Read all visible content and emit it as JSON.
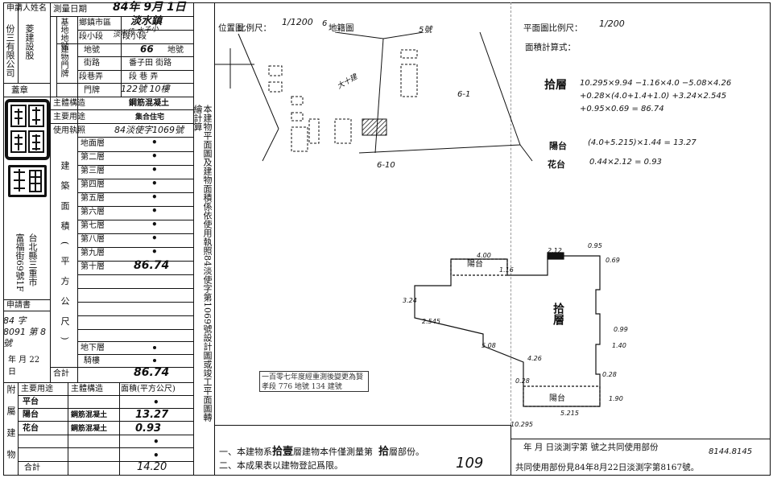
{
  "form": {
    "applicant_label": "申請人姓名",
    "applicant_name_col1": "份三有限公司",
    "applicant_name_col2": "菱建設股",
    "seal_label": "蓋章",
    "survey_date_label": "測量日期",
    "survey_date_value": "84年 9月 1日",
    "lot_label": "基地地號",
    "district_label": "鄉鎮市區",
    "district_value": "淡水鎮",
    "section_label": "段小段",
    "section_value": "段小段",
    "section_hand": "淡水段 水子小",
    "land_no_label": "地號",
    "land_no_value": "66",
    "land_no_suffix": "地號",
    "building_label": "建物門牌",
    "street_label": "街路",
    "street_value": "番子田 街路",
    "lane_label": "段巷弄",
    "lane_value": "段 巷 弄",
    "door_label": "門牌",
    "door_value": "122號 10樓",
    "structure_label": "主體構造",
    "structure_value": "鋼筋混凝土",
    "usage_label": "主要用途",
    "usage_value": "集合住宅",
    "license_label": "使用執照",
    "license_value": "84淡使字1069號",
    "area_label": "建築面積(平方公尺)",
    "floors": [
      {
        "name": "地面層",
        "value": "•"
      },
      {
        "name": "第二層",
        "value": "•"
      },
      {
        "name": "第三層",
        "value": "•"
      },
      {
        "name": "第四層",
        "value": "•"
      },
      {
        "name": "第五層",
        "value": "•"
      },
      {
        "name": "第六層",
        "value": "•"
      },
      {
        "name": "第七層",
        "value": "•"
      },
      {
        "name": "第八層",
        "value": "•"
      },
      {
        "name": "第九層",
        "value": "•"
      },
      {
        "name": "第十層",
        "value": "86.74"
      }
    ],
    "basement_label": "地下層",
    "arcade_label": "騎樓",
    "total_label": "合計",
    "total_value": "86.74",
    "address_col1": "富福街69號1F",
    "address_col2": "台北縣三重市",
    "app_no_label": "申請書",
    "app_no_value": "84 字 8091 第 8 號",
    "app_date": "年 月 22 日",
    "attach_label": "附屬建物",
    "attach_usage_label": "主要用途",
    "attach_struct_label": "主體構造",
    "attach_area_label": "面積(平方公尺)",
    "attach_rows": [
      {
        "usage": "平台",
        "struct": "",
        "area": "•"
      },
      {
        "usage": "陽台",
        "struct": "鋼筋混凝土",
        "area": "13.27"
      },
      {
        "usage": "花台",
        "struct": "鋼筋混凝土",
        "area": "0.93"
      },
      {
        "usage": "",
        "struct": "",
        "area": "•"
      },
      {
        "usage": "",
        "struct": "",
        "area": "•"
      }
    ],
    "attach_total_label": "合計",
    "attach_total_value": "14.20"
  },
  "header": {
    "location_label": "位置圖",
    "scale_label": "比例尺：",
    "scale_value": "1/1200",
    "cadastral_label": "地籍圖",
    "plan_scale_label": "平面圖比例尺：",
    "plan_scale_value": "1/200",
    "area_calc_label": "面積計算式："
  },
  "side_text": "本建物平面圖及建物面積係依使用執照84淡使字第1069號設計圖或竣工平面圖轉繪計算",
  "calc": {
    "floor_label": "拾層",
    "floor_formula": "10.295×9.94 −1.16×4.0 −5.08×4.26 +0.28×(4.0+1.4+1.0) +3.24×2.545 +0.95×0.69 = 86.74",
    "balcony_label": "陽台",
    "balcony_formula": "(4.0+5.215)×1.44 = 13.27",
    "planter_label": "花台",
    "planter_formula": "0.44×2.12 = 0.93"
  },
  "plan": {
    "floor_name": "拾層",
    "balcony1": "陽台",
    "balcony2": "陽台",
    "dims": [
      "4.00",
      "2.12",
      "1.16",
      "0.95",
      "0.69",
      "3.24",
      "2.545",
      "5.08",
      "4.26",
      "0.99",
      "1.40",
      "0.28",
      "5.215",
      "10.295",
      "1.90",
      "0.28"
    ]
  },
  "site": {
    "label_6": "6",
    "label_5": "5號",
    "label_6_1": "6-1",
    "label_6_10": "6-10",
    "label_note": "大十建"
  },
  "note_box": "一百零七年度經重測後變更為賢孝段 776 地號 134 建號",
  "footer": {
    "line1_prefix": "一、本建物系",
    "line1_floor": "拾壹",
    "line1_mid": "層建物本件僅測量第",
    "line1_floor2": "拾",
    "line1_suffix": "層部份。",
    "line2": "二、本成果表以建物登記爲限。",
    "serial": "109",
    "right_line1": "年  月  日淡測字第      號之共同使用部份",
    "right_line1_hand": "8144.8145",
    "right_line2": "共同使用部份見84年8月22日淡測字第8167號。"
  }
}
